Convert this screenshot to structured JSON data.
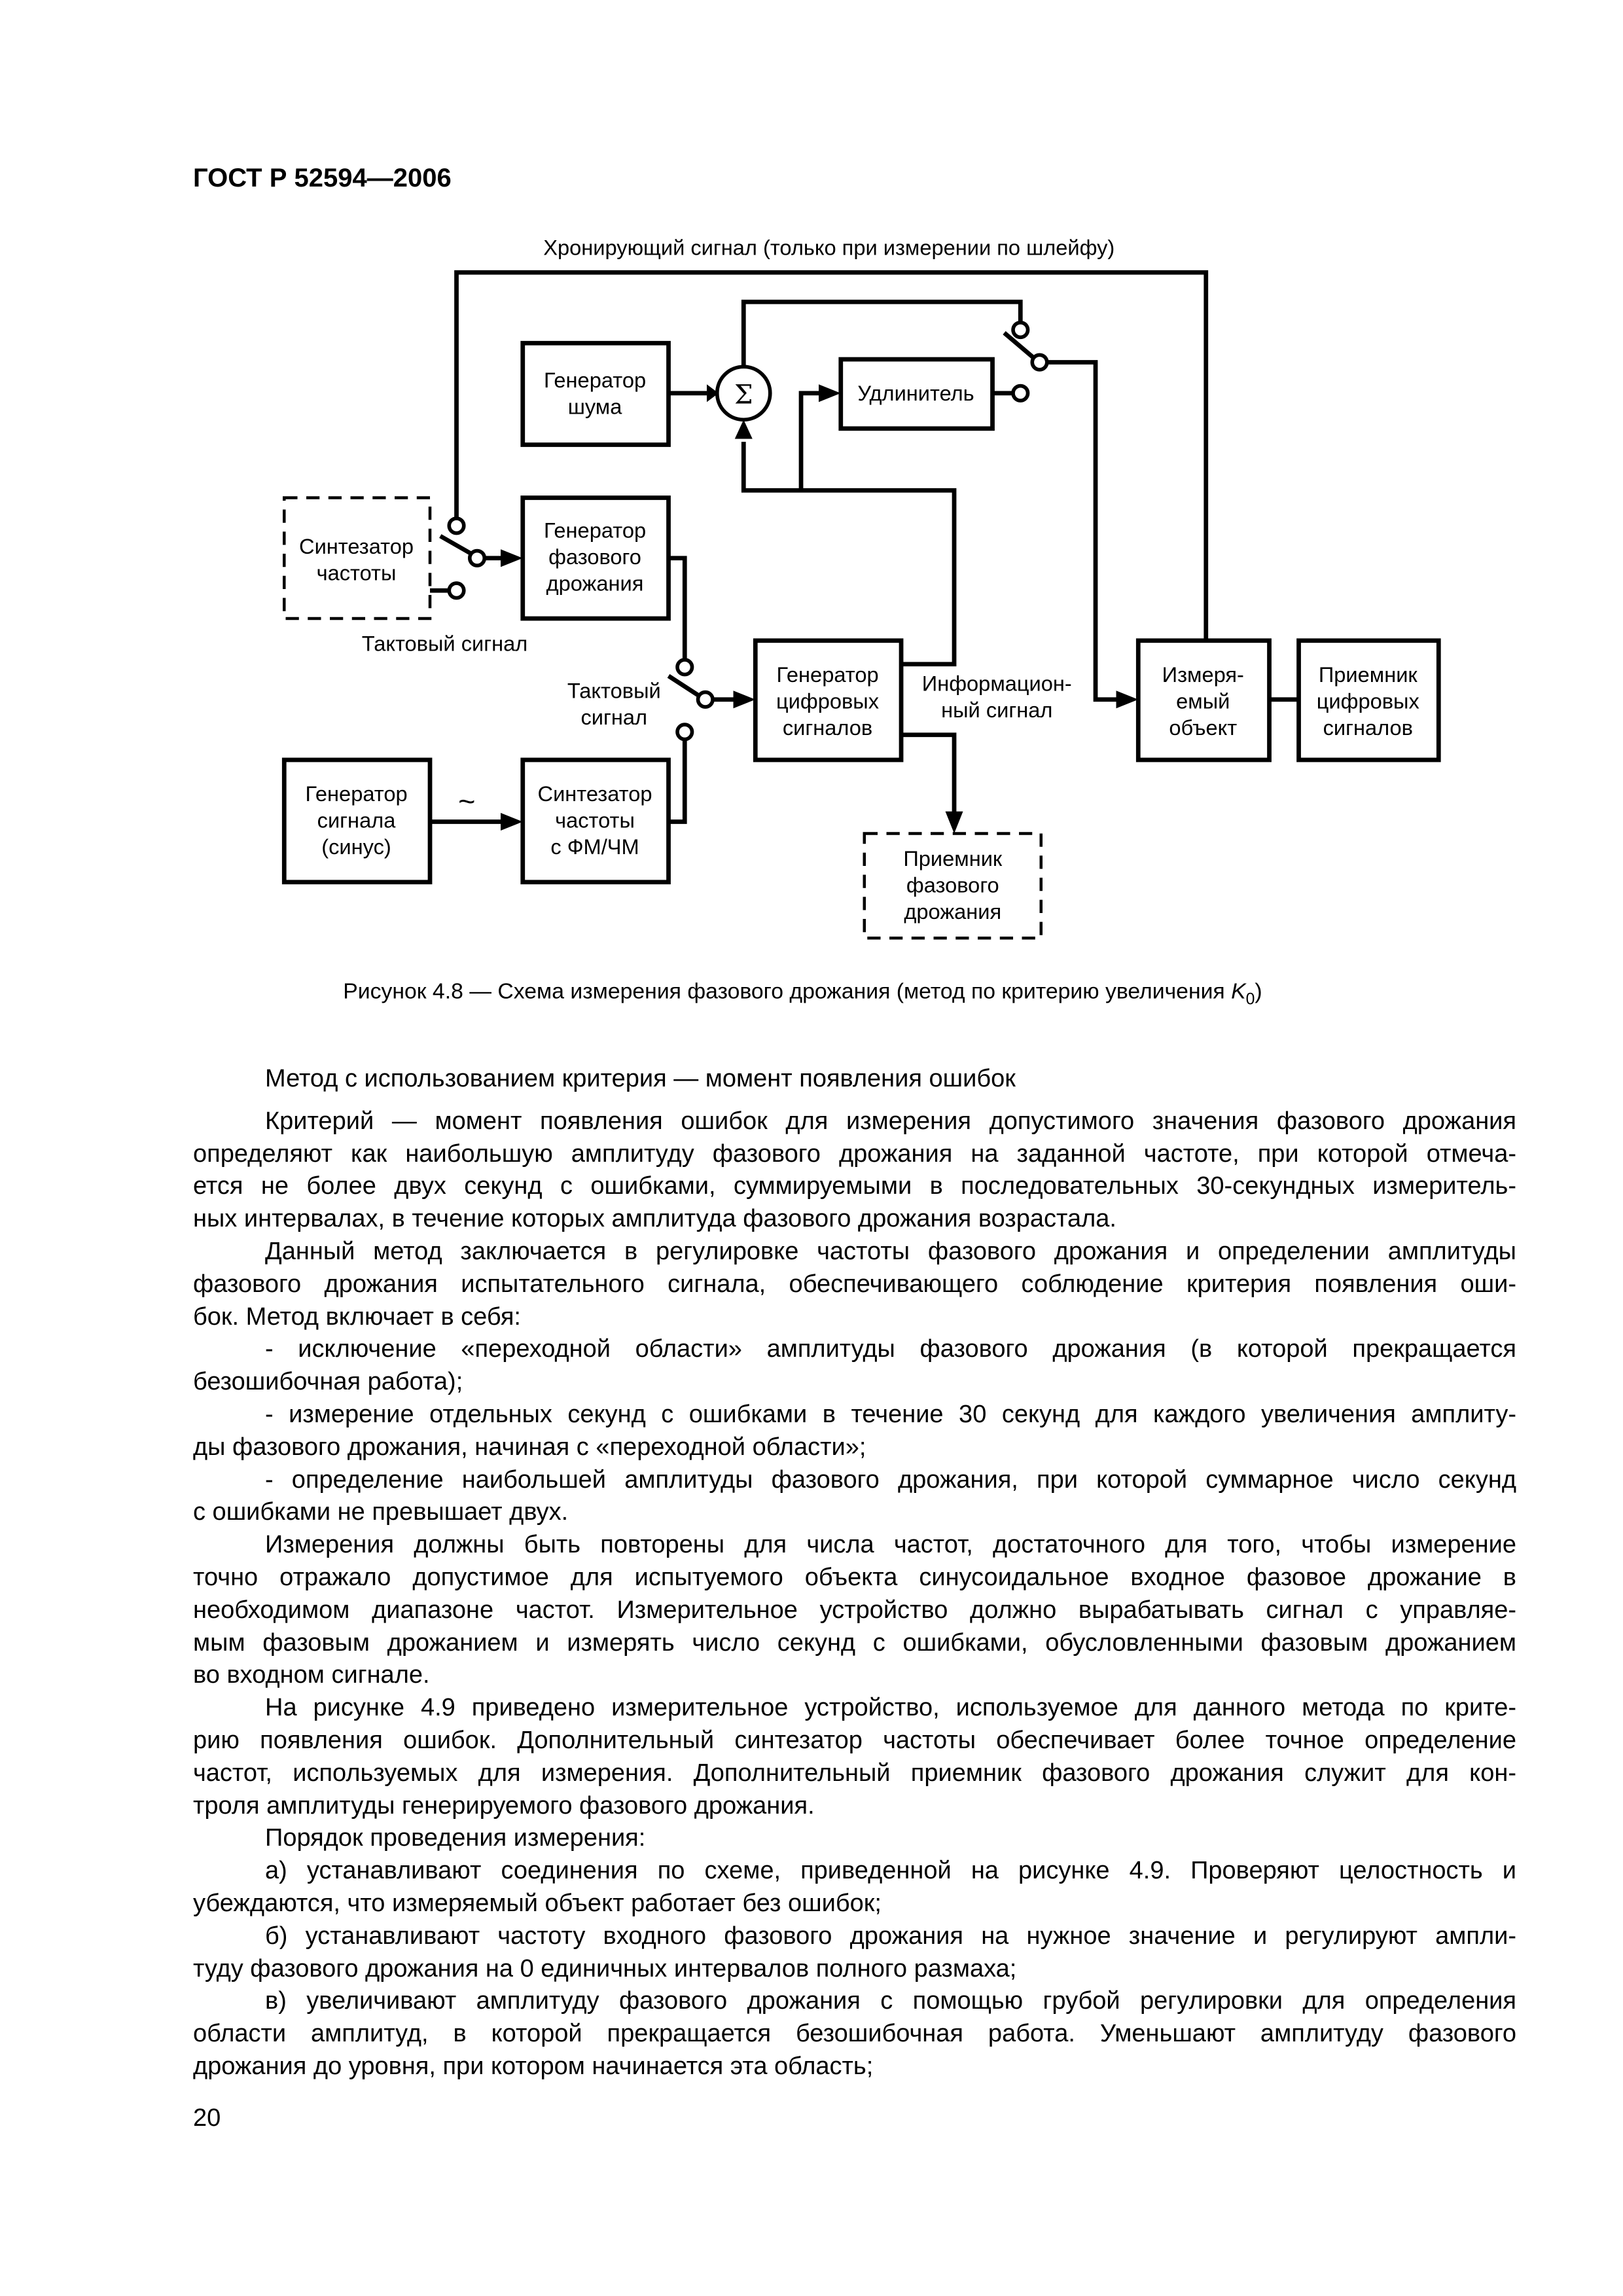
{
  "header": {
    "title": "ГОСТ Р 52594—2006"
  },
  "figure": {
    "top_label": "Хронирующий сигнал (только при измерении по шлейфу)",
    "blocks": {
      "freq_synth": [
        "Синтезатор",
        "частоты"
      ],
      "noise_gen": [
        "Генератор",
        "шума"
      ],
      "sum": "Σ",
      "extender": [
        "Удлинитель"
      ],
      "jitter_gen": [
        "Генератор",
        "фазового",
        "дрожания"
      ],
      "digital_gen": [
        "Генератор",
        "цифровых",
        "сигналов"
      ],
      "dut": [
        "Измеря-",
        "емый",
        "объект"
      ],
      "digital_rx": [
        "Приемник",
        "цифровых",
        "сигналов"
      ],
      "signal_gen": [
        "Генератор",
        "сигнала",
        "(синус)"
      ],
      "fm_synth": [
        "Синтезатор",
        "частоты",
        "с ФМ/ЧМ"
      ],
      "jitter_rx": [
        "Приемник",
        "фазового",
        "дрожания"
      ]
    },
    "labels": {
      "clock1": "Тактовый сигнал",
      "clock2": [
        "Тактовый",
        "сигнал"
      ],
      "info": [
        "Информацион-",
        "ный сигнал"
      ],
      "tilde": "~"
    },
    "caption": {
      "text": "Рисунок 4.8 — Схема измерения фазового дрожания (метод по критерию увеличения ",
      "symbol": "K",
      "subscript": "0",
      "close": ")"
    }
  },
  "body": {
    "paragraphs": [
      {
        "lines": [
          "Метод с использованием критерия — момент появления ошибок"
        ]
      },
      {
        "lines": [
          "Критерий — момент появления ошибок для измерения допустимого значения фазового дрожания",
          "определяют как наибольшую амплитуду фазового дрожания на заданной частоте, при которой отмеча-",
          "ется не более двух секунд с ошибками, суммируемыми в последовательных 30-секундных измеритель-",
          "ных интервалах, в течение которых амплитуда фазового дрожания возрастала."
        ]
      },
      {
        "lines": [
          "Данный метод заключается в регулировке частоты фазового дрожания и определении амплитуды",
          "фазового дрожания испытательного сигнала, обеспечивающего соблюдение критерия появления оши-",
          "бок. Метод включает в себя:"
        ]
      },
      {
        "lines": [
          "-  исключение «переходной области» амплитуды фазового дрожания (в которой прекращается",
          "безошибочная работа);"
        ]
      },
      {
        "lines": [
          "-  измерение отдельных секунд с ошибками в течение 30 секунд для каждого увеличения амплиту-",
          "ды фазового дрожания, начиная с «переходной области»;"
        ]
      },
      {
        "lines": [
          "-  определение наибольшей амплитуды фазового дрожания, при которой суммарное число секунд",
          "с ошибками не превышает двух."
        ]
      },
      {
        "lines": [
          "Измерения должны быть повторены для числа частот, достаточного для того, чтобы измерение",
          "точно отражало допустимое для испытуемого объекта синусоидальное входное фазовое дрожание в",
          "необходимом диапазоне частот. Измерительное устройство должно вырабатывать сигнал с управляе-",
          "мым фазовым дрожанием и измерять число секунд с ошибками, обусловленными фазовым дрожанием",
          "во входном сигнале."
        ]
      },
      {
        "lines": [
          "На рисунке 4.9 приведено измерительное устройство, используемое для данного метода по крите-",
          "рию появления ошибок. Дополнительный синтезатор частоты обеспечивает более точное определение",
          "частот, используемых для измерения. Дополнительный приемник фазового дрожания служит для кон-",
          "троля амплитуды генерируемого фазового дрожания."
        ]
      },
      {
        "lines": [
          "Порядок проведения измерения:"
        ]
      },
      {
        "lines": [
          "а)  устанавливают соединения по схеме, приведенной на рисунке 4.9. Проверяют целостность и",
          "убеждаются, что измеряемый объект работает без ошибок;"
        ]
      },
      {
        "lines": [
          "б)  устанавливают частоту входного фазового дрожания на нужное значение и регулируют ампли-",
          "туду фазового дрожания на 0 единичных интервалов полного размаха;"
        ]
      },
      {
        "lines": [
          "в)  увеличивают амплитуду фазового дрожания с помощью грубой регулировки для определения",
          "области амплитуд, в которой прекращается безошибочная работа. Уменьшают амплитуду фазового",
          "дрожания до уровня, при котором начинается эта область;"
        ]
      }
    ]
  },
  "page_number": "20"
}
